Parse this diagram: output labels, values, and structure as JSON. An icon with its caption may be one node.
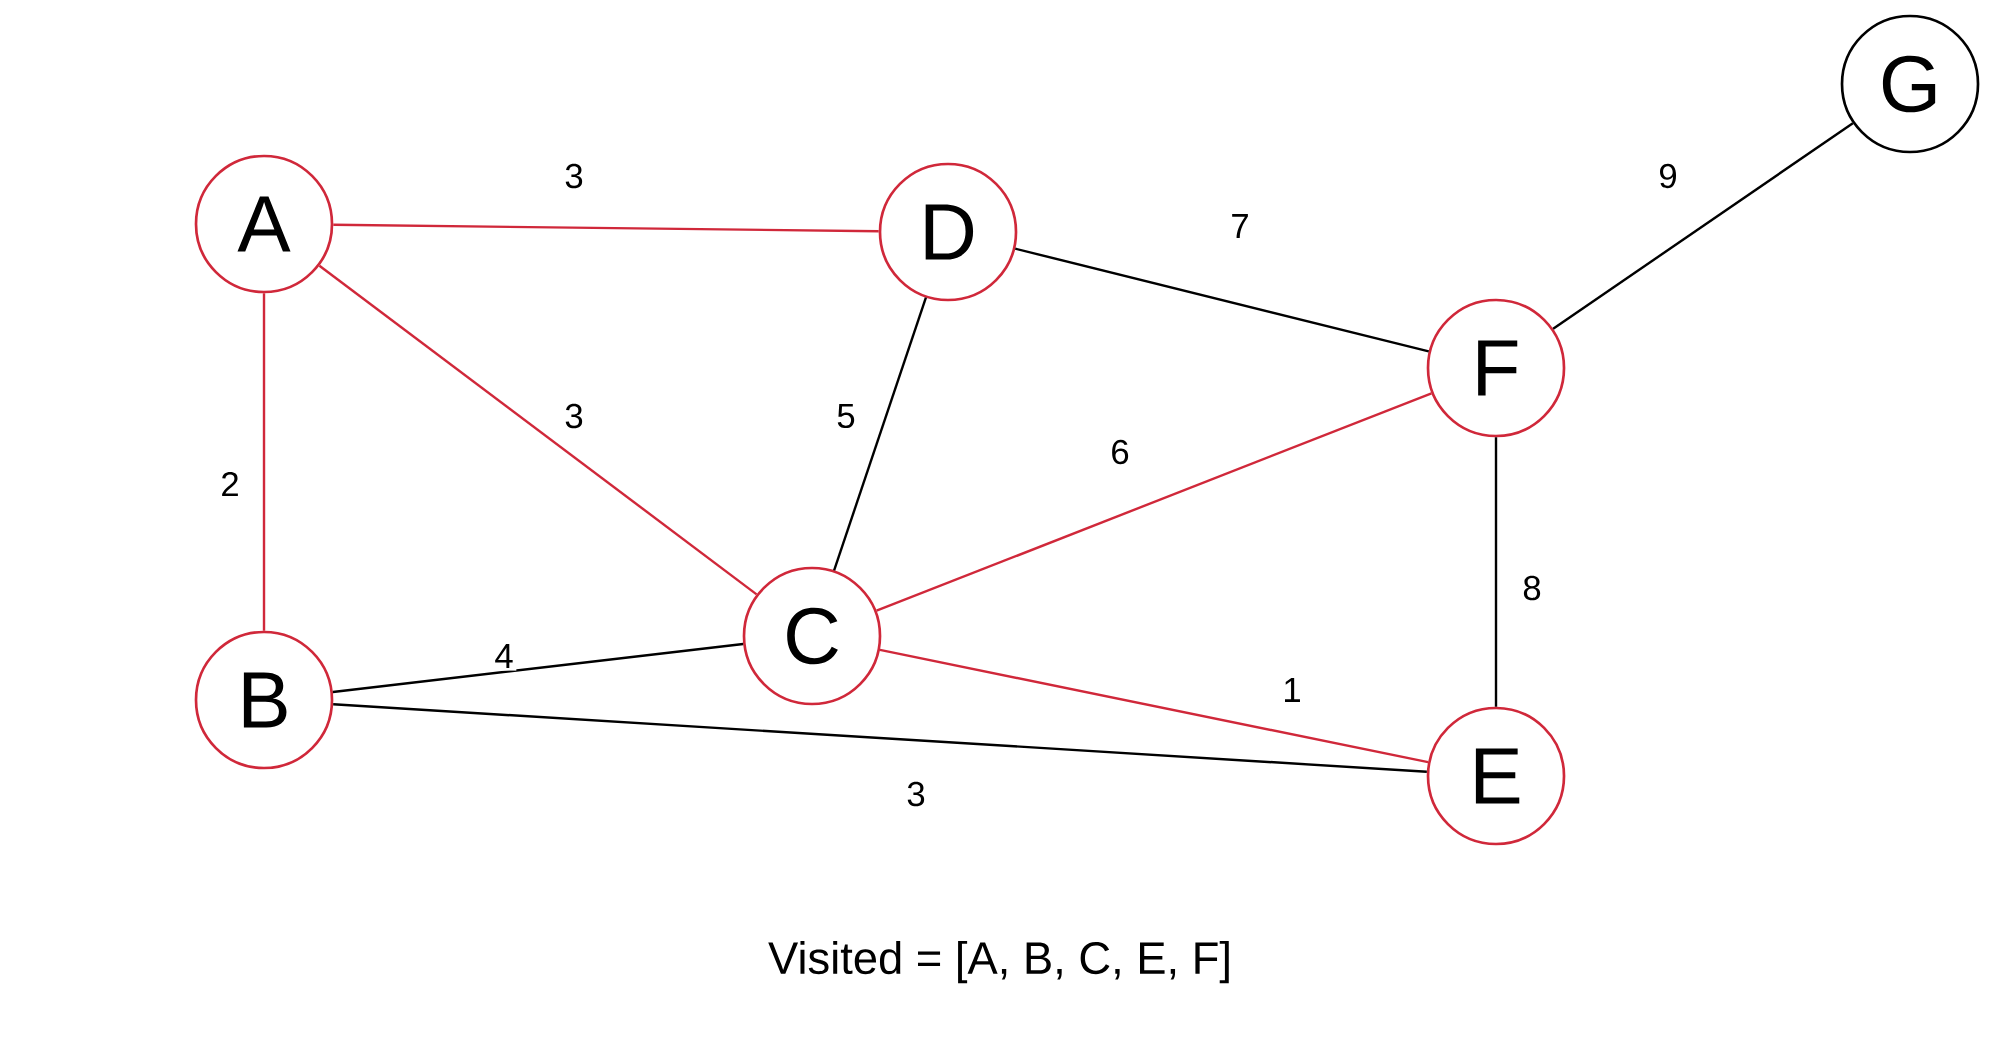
{
  "diagram": {
    "nodes": [
      {
        "text": [
          "A"
        ]
      },
      {
        "text": [
          "D"
        ]
      },
      {
        "text": [
          "G"
        ]
      },
      {
        "text": [
          "F"
        ]
      },
      {
        "text": [
          "C"
        ]
      },
      {
        "text": [
          "B"
        ]
      },
      {
        "text": [
          "E"
        ]
      }
    ],
    "edges": [
      {
        "from": 0,
        "to": 1,
        "arrow": "none",
        "label": "3",
        "color": "#d0283a"
      },
      {
        "from": 0,
        "to": 5,
        "arrow": "none",
        "label": "2",
        "color": "#d0283a"
      },
      {
        "from": 0,
        "to": 4,
        "arrow": "none",
        "label": "3",
        "color": "#d0283a"
      },
      {
        "from": 1,
        "to": 4,
        "arrow": "none",
        "label": "5"
      },
      {
        "from": 1,
        "to": 3,
        "arrow": "none",
        "label": "7"
      },
      {
        "from": 4,
        "to": 3,
        "arrow": "none",
        "label": "6",
        "color": "#d0283a"
      },
      {
        "from": 4,
        "to": 6,
        "arrow": "none",
        "label": "1",
        "color": "#d0283a"
      },
      {
        "from": 5,
        "to": 4,
        "arrow": "none",
        "label": "4"
      },
      {
        "from": 5,
        "to": 6,
        "arrow": "none",
        "label": "3"
      },
      {
        "from": 3,
        "to": 6,
        "arrow": "none",
        "label": "8"
      },
      {
        "from": 3,
        "to": 2,
        "arrow": "none",
        "label": "9"
      }
    ],
    "labels": [
      "Visited = [A, B, C, E, F]"
    ]
  }
}
